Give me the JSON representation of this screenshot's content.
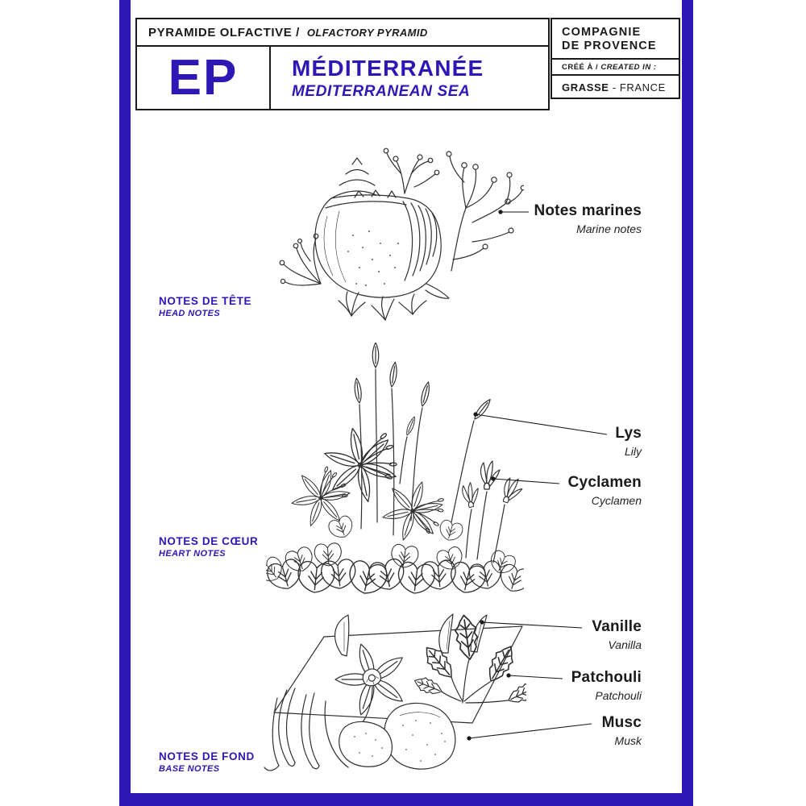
{
  "page": {
    "accent": "#2d17b5",
    "ink": "#1a1a1a"
  },
  "header": {
    "title_fr": "PYRAMIDE OLFACTIVE /",
    "title_en": "OLFACTORY PYRAMID",
    "initials": "EP",
    "product_fr": "MÉDITERRANÉE",
    "product_en": "MEDITERRANEAN SEA"
  },
  "brand": {
    "line1": "COMPAGNIE",
    "line2": "DE PROVENCE",
    "created_fr": "CRÉÉ À /",
    "created_en": "CREATED IN :",
    "city": "GRASSE",
    "country": "- FRANCE"
  },
  "sections": [
    {
      "level_fr": "NOTES DE TÊTE",
      "level_en": "HEAD NOTES",
      "illustration": "seashell-and-coral",
      "notes": [
        {
          "fr": "Notes marines",
          "en": "Marine notes"
        }
      ]
    },
    {
      "level_fr": "NOTES DE CŒUR",
      "level_en": "HEART NOTES",
      "illustration": "lily-and-cyclamen-flowers",
      "notes": [
        {
          "fr": "Lys",
          "en": "Lily"
        },
        {
          "fr": "Cyclamen",
          "en": "Cyclamen"
        }
      ]
    },
    {
      "level_fr": "NOTES DE FOND",
      "level_en": "BASE NOTES",
      "illustration": "vanilla-patchouli-musk",
      "notes": [
        {
          "fr": "Vanille",
          "en": "Vanilla"
        },
        {
          "fr": "Patchouli",
          "en": "Patchouli"
        },
        {
          "fr": "Musc",
          "en": "Musk"
        }
      ]
    }
  ]
}
